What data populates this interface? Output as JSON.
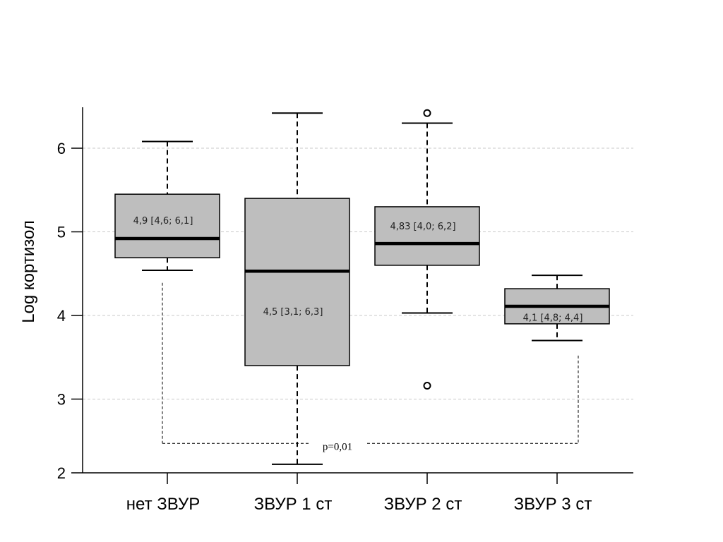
{
  "chart_data": {
    "type": "box",
    "ylabel": "Log  кортизол",
    "ylim": [
      2,
      6.5
    ],
    "yticks": [
      2,
      3,
      4,
      5,
      6
    ],
    "grid": "horizontal dashed",
    "colors": {
      "box_fill": "#bebebe",
      "grid": "#c8c8c8"
    },
    "boxes": [
      {
        "category": "нет ЗВУР",
        "whisker_low": 4.54,
        "q1": 4.69,
        "median": 4.92,
        "q3": 5.45,
        "whisker_high": 6.08,
        "outliers": [],
        "label": "4,9 [4,6; 6,1]",
        "label_y": 5.14
      },
      {
        "category": "ЗВУР 1 ст",
        "whisker_low": 2.22,
        "q1": 3.4,
        "median": 4.53,
        "q3": 5.4,
        "whisker_high": 6.42,
        "outliers": [],
        "label": "4,5 [3,1; 6,3]",
        "label_y": 4.05
      },
      {
        "category": "ЗВУР 2 ст",
        "whisker_low": 4.03,
        "q1": 4.6,
        "median": 4.86,
        "q3": 5.3,
        "whisker_high": 6.3,
        "outliers": [
          6.42,
          3.16
        ],
        "label": "4,83 [4,0; 6,2]",
        "label_y": 5.07
      },
      {
        "category": "ЗВУР 3 ст",
        "whisker_low": 3.7,
        "q1": 3.9,
        "median": 4.11,
        "q3": 4.32,
        "whisker_high": 4.48,
        "outliers": [],
        "label": "4,1 [4,8; 4,4]",
        "label_y": 3.98
      }
    ],
    "comparison": {
      "from": "нет ЗВУР",
      "to": "ЗВУР 3 ст",
      "label": "p=0,01",
      "y": 2.47,
      "from_top": 4.39,
      "to_top": 3.52
    }
  }
}
